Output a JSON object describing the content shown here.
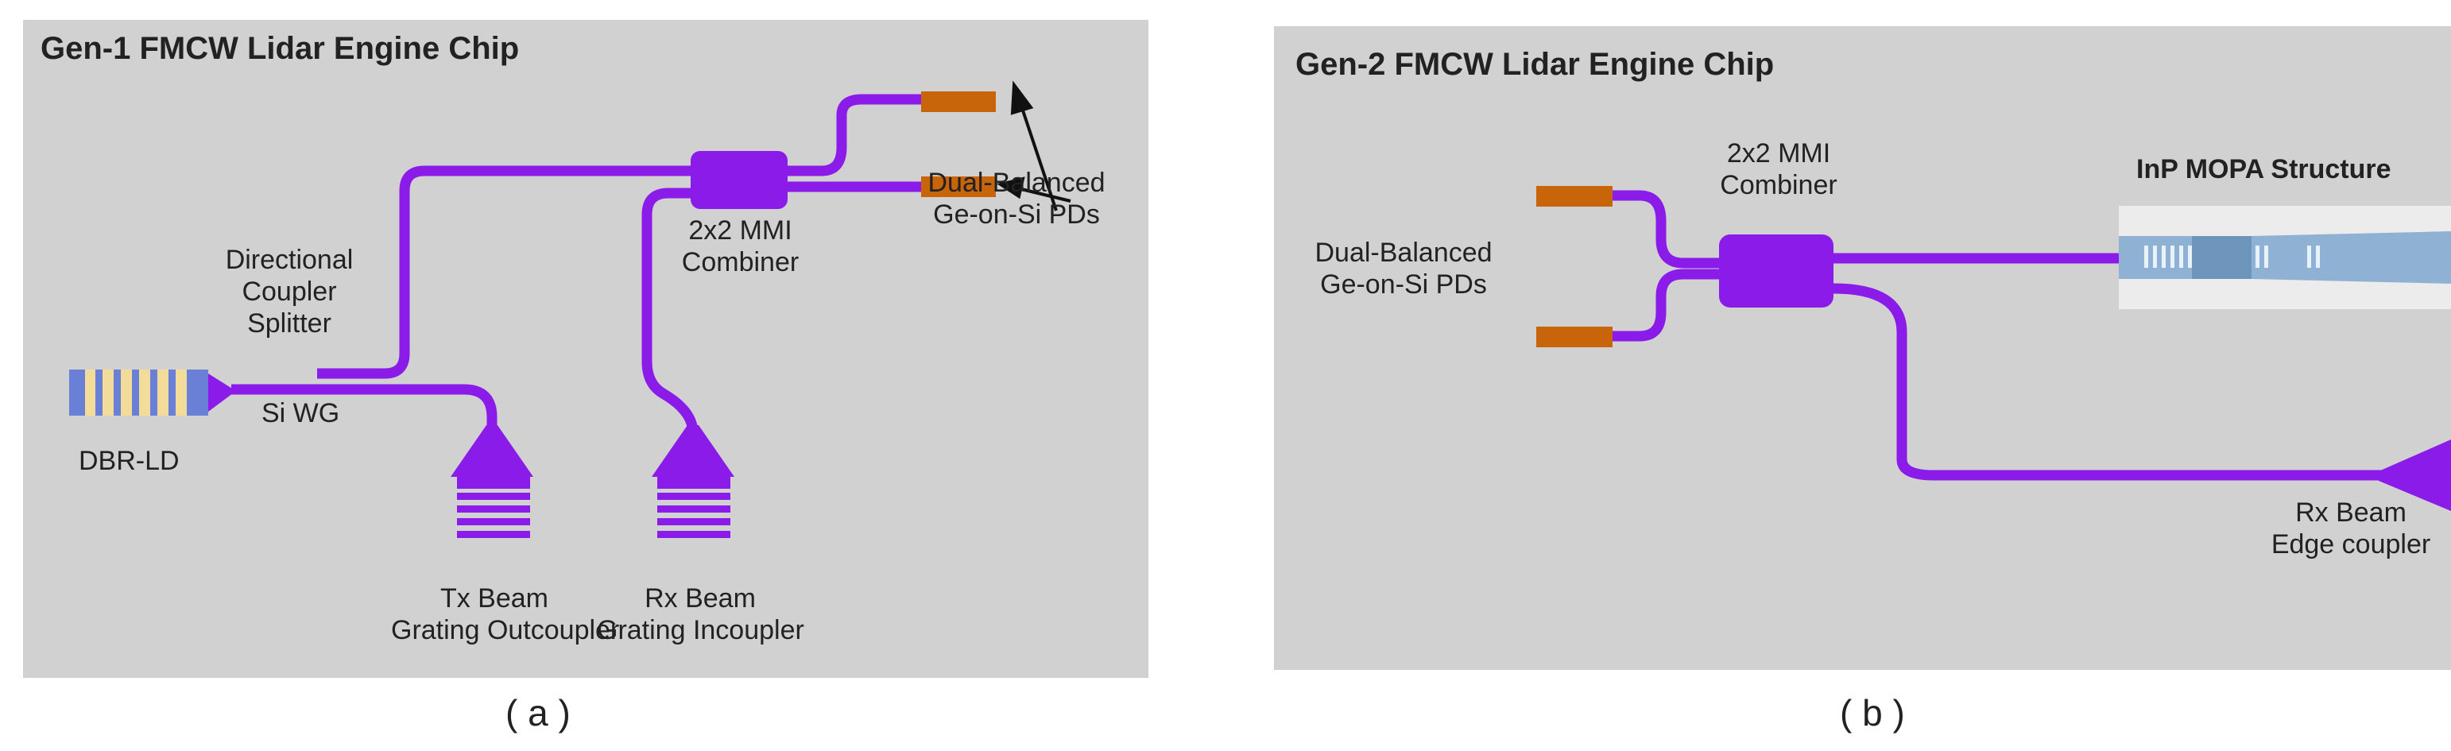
{
  "panel_a": {
    "title": "Gen-1 FMCW Lidar Engine Chip",
    "labels": {
      "directional_coupler": [
        "Directional",
        "Coupler",
        "Splitter"
      ],
      "si_wg": "Si WG",
      "dbr_ld": "DBR-LD",
      "mmi": [
        "2x2  MMI",
        "Combiner"
      ],
      "pds": [
        "Dual-Balanced",
        "Ge-on-Si PDs"
      ],
      "tx": [
        "Tx Beam",
        "Grating Outcoupler"
      ],
      "rx": [
        "Rx Beam",
        "Grating Incoupler"
      ]
    },
    "caption": "( a )"
  },
  "panel_b": {
    "title": "Gen-2 FMCW Lidar Engine Chip",
    "labels": {
      "mmi": [
        "2x2  MMI",
        "Combiner"
      ],
      "mopa": "InP MOPA Structure",
      "pds": [
        "Dual-Balanced",
        "Ge-on-Si PDs"
      ],
      "rx": [
        "Rx Beam",
        "Edge coupler"
      ]
    },
    "caption": "( b )"
  },
  "colors": {
    "panel_bg": "#d1d1d1",
    "waveguide": "#8a1be8",
    "photodiode": "#c8650a",
    "dbr_blue": "#6a7fd6",
    "dbr_yellow": "#f3dc9a",
    "mopa_blue": "#8fb2d4"
  }
}
